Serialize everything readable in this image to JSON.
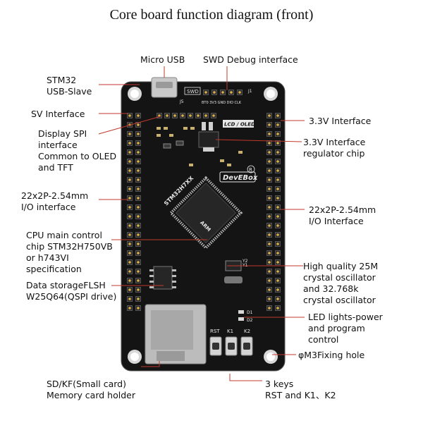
{
  "title": "Core board function diagram (front)",
  "labels": {
    "micro_usb": "Micro USB",
    "swd_debug": "SWD Debug interface",
    "stm32_usb_slave": "STM32\nUSB-Slave",
    "sv_interface": "SV Interface",
    "display_spi": "Display SPI\ninterface\nCommon to OLED\nand TFT",
    "io_left": "22x2P-2.54mm\nI/O interface",
    "cpu": "CPU main control\nchip STM32H750VB\nor h743VI\nspecification",
    "flash": "Data storageFLSH\nW25Q64(QSPI drive)",
    "sd_card": "SD/KF(Small card)\nMemory card holder",
    "v33_interface": "3.3V Interface",
    "v33_regulator": "3.3V Interface\nregulator chip",
    "io_right": "22x2P-2.54mm\nI/O Interface",
    "crystal": "High quality 25M\ncrystal oscillator\nand 32.768k\ncrystal oscillator",
    "led": "LED lights-power\nand program\ncontrol",
    "fixing_hole": "φM3Fixing hole",
    "keys": "3 keys\nRST and K1、K2"
  },
  "board_text": {
    "brand": "DevEBox",
    "registered": "R",
    "chip_model": "STM32H7XX",
    "lcd_oled": "LCD / OLED",
    "swd": "SWD",
    "swd_pins": "BT0 3V3 GND DIO CLK",
    "j1": "J1",
    "j5": "J5",
    "arm": "ARM",
    "rst": "RST",
    "k1": "K1",
    "k2": "K2",
    "d1": "D1",
    "d2": "D2",
    "y1": "Y1",
    "y2": "Y2"
  },
  "colors": {
    "pcb": "#141414",
    "leader": "#c0392b",
    "pin_gold": "#d9b14a",
    "silk": "#e8e8e8"
  }
}
